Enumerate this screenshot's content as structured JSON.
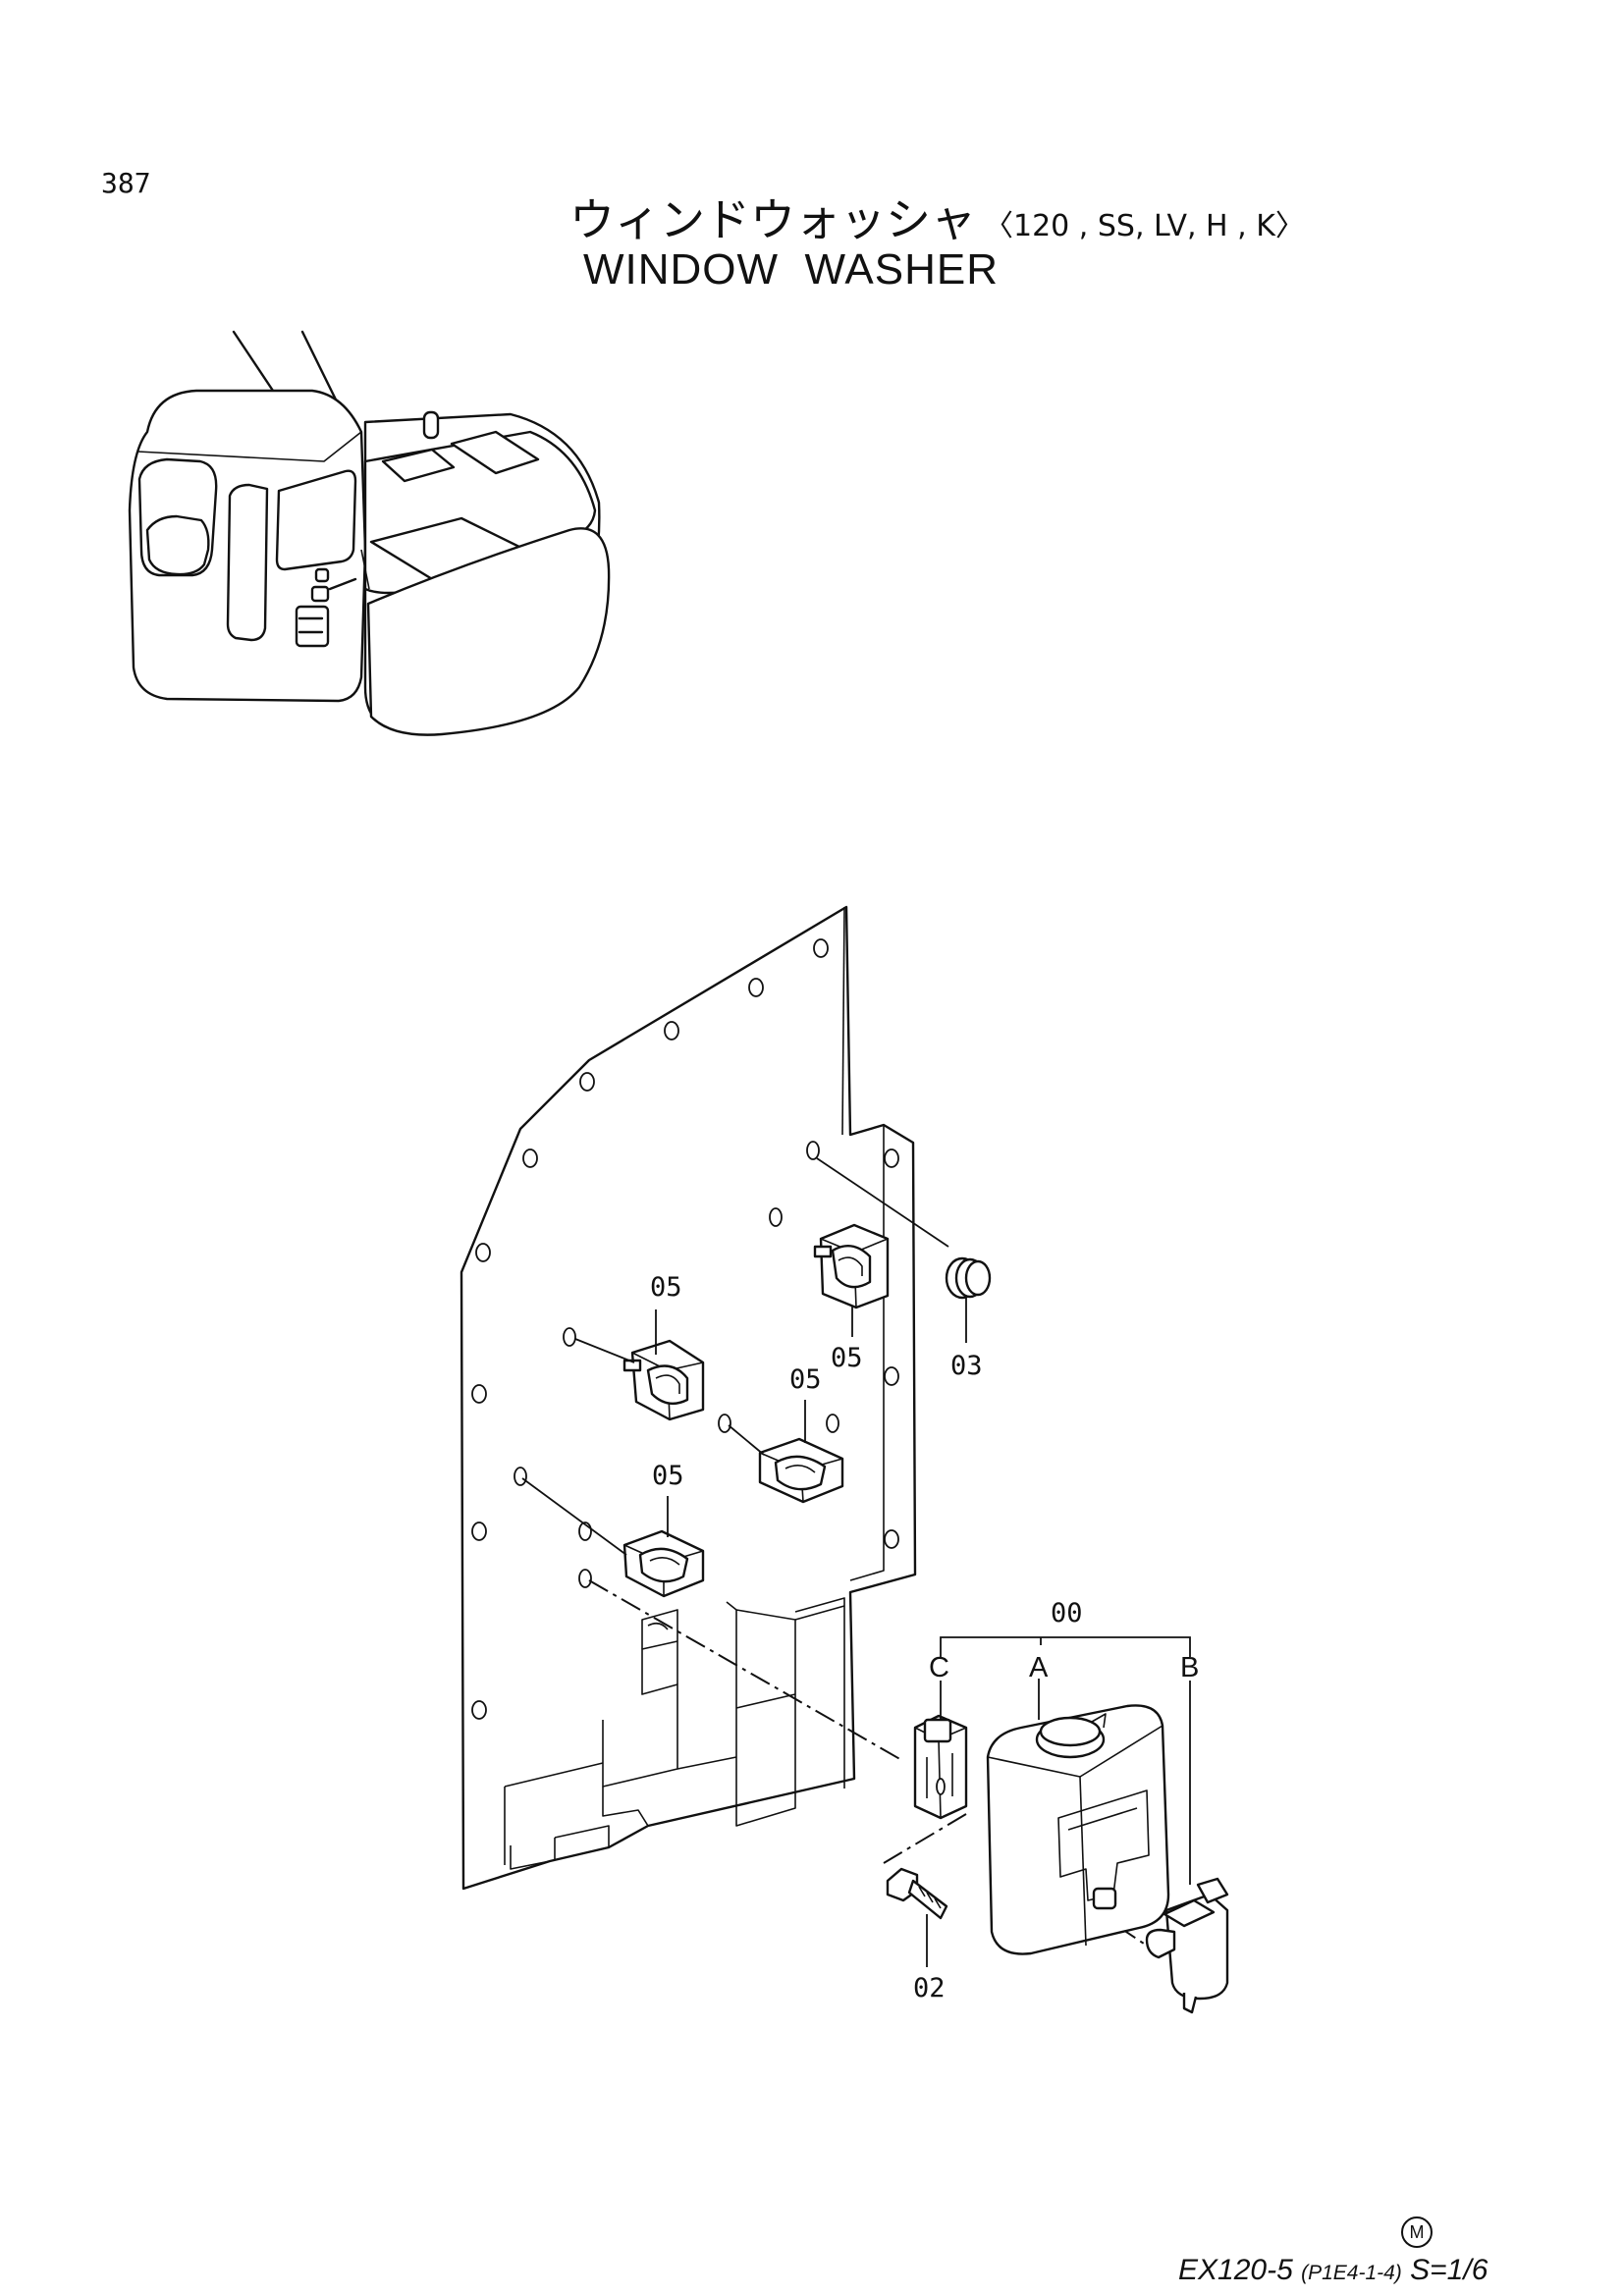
{
  "page_number": "387",
  "title": {
    "japanese": "ウィンドウォッシャ",
    "variants": "〈120 , SS, LV, H , K〉",
    "english": "WINDOW  WASHER"
  },
  "callouts": {
    "c05_a": "05",
    "c05_b": "05",
    "c05_c": "05",
    "c05_d": "05",
    "c03": "03",
    "c00": "00",
    "c02": "02",
    "letter_a": "A",
    "letter_b": "B",
    "letter_c": "C"
  },
  "footer": {
    "model": "EX120-5",
    "code": "(P1E4-1-4)",
    "scale": "S=1/6",
    "mark": "M"
  }
}
